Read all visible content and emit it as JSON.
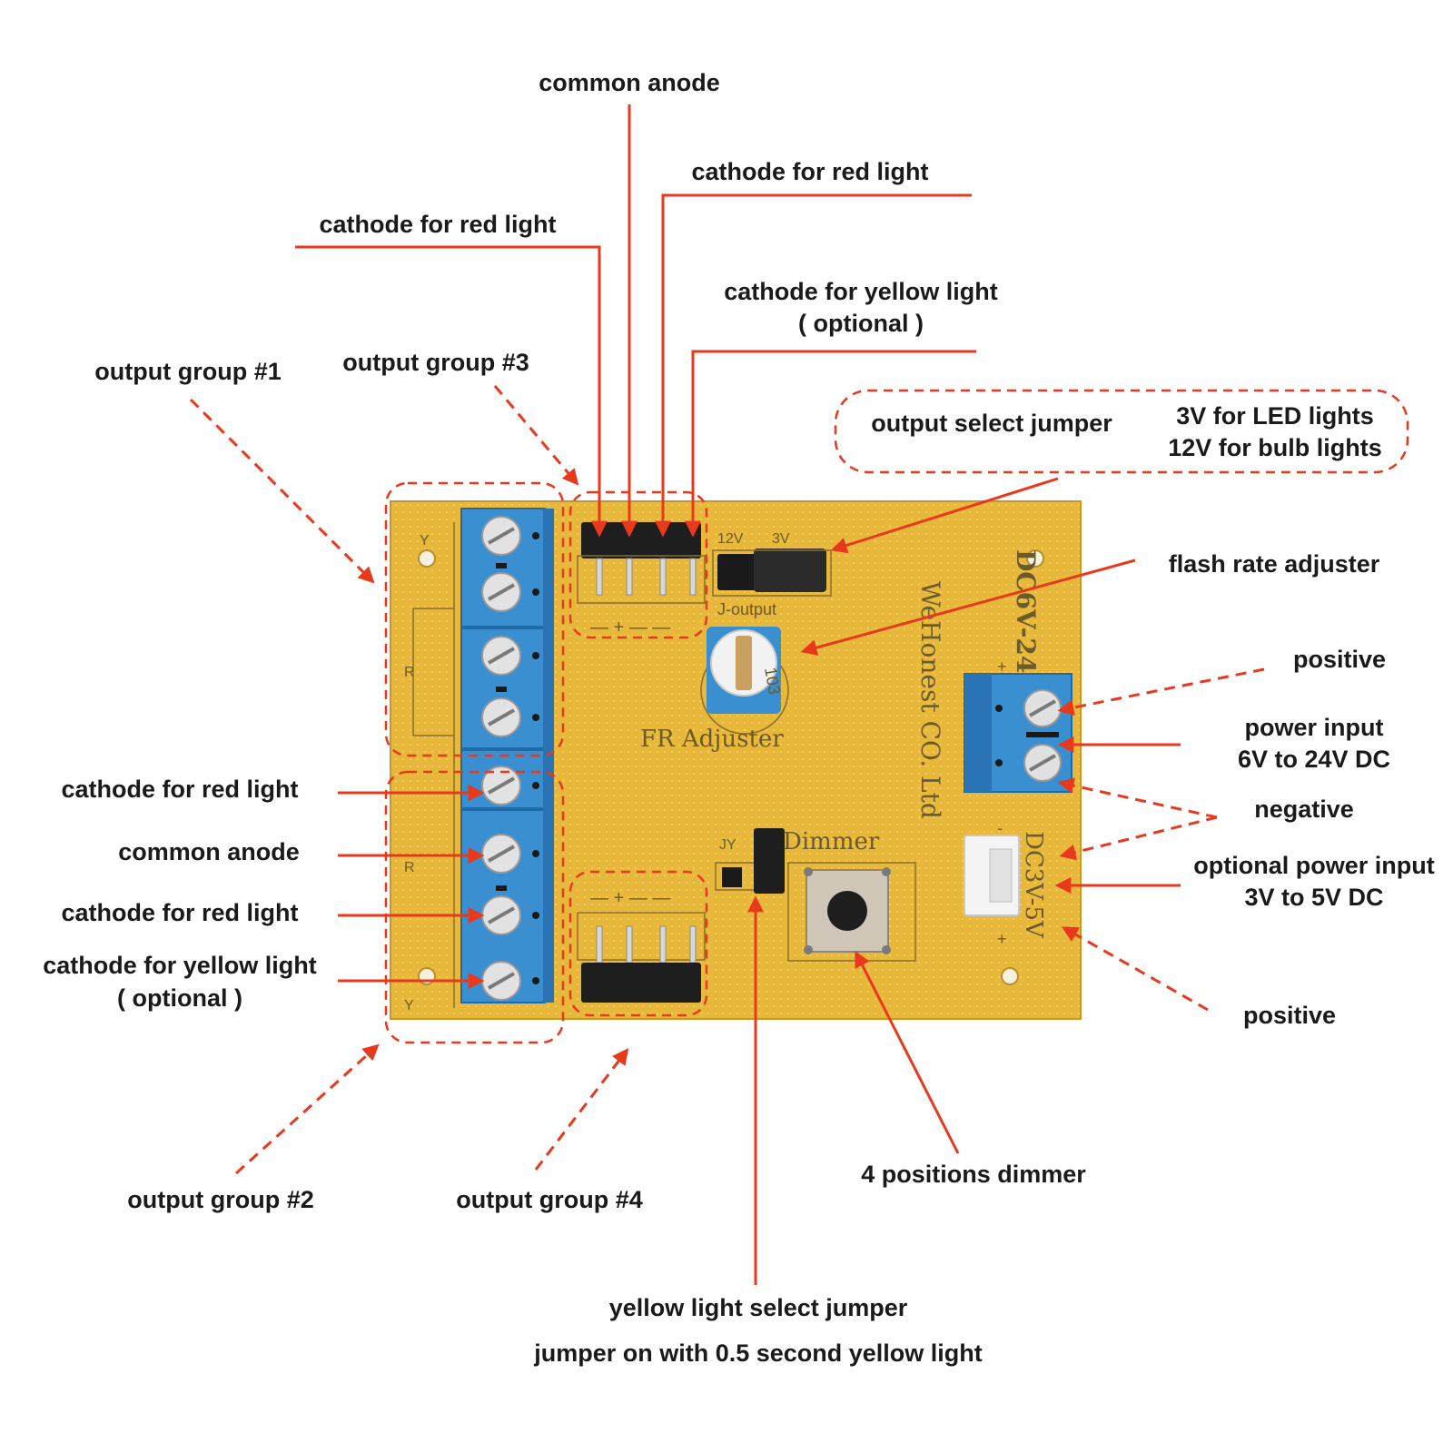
{
  "labels": {
    "common_anode_top": "common anode",
    "cathode_red_top_right": "cathode for red light",
    "cathode_red_top_left": "cathode for red light",
    "cathode_yellow_top_1": "cathode for yellow light",
    "cathode_yellow_top_2": "( optional )",
    "output_group_1": "output group #1",
    "output_group_3": "output group #3",
    "output_select_jumper": "output select jumper",
    "led_3v": "3V for LED lights",
    "bulb_12v": "12V for bulb lights",
    "flash_rate_adjuster": "flash rate adjuster",
    "positive_top": "positive",
    "power_input_1": "power input",
    "power_input_2": "6V to 24V DC",
    "negative": "negative",
    "optional_power_1": "optional power input",
    "optional_power_2": "3V to 5V DC",
    "positive_bottom": "positive",
    "cathode_red_left_1": "cathode for red light",
    "common_anode_left": "common anode",
    "cathode_red_left_2": "cathode for red light",
    "cathode_yellow_left_1": "cathode for yellow light",
    "cathode_yellow_left_2": "( optional )",
    "output_group_2": "output group #2",
    "output_group_4": "output group #4",
    "dimmer_4pos": "4 positions dimmer",
    "yellow_jumper_1": "yellow light select jumper",
    "yellow_jumper_2": "jumper on with 0.5 second yellow light"
  },
  "board": {
    "jumper_12v": "12V",
    "jumper_3v": "3V",
    "j_output": "J-output",
    "fr_adjuster": "FR Adjuster",
    "pot_code": "103",
    "brand": "WeHonest CO. Ltd",
    "dc_range": "DC6V-24V",
    "dc_low": "DC3V-5V",
    "jy": "JY",
    "dimmer": "Dimmer",
    "sign_plus": "+",
    "sign_minus": "-",
    "header_signs": "— + — —",
    "mark_y": "Y",
    "mark_r": "R"
  },
  "colors": {
    "board": "#e8b83a",
    "terminal": "#3a8fd0",
    "leader": "#e8391d"
  }
}
